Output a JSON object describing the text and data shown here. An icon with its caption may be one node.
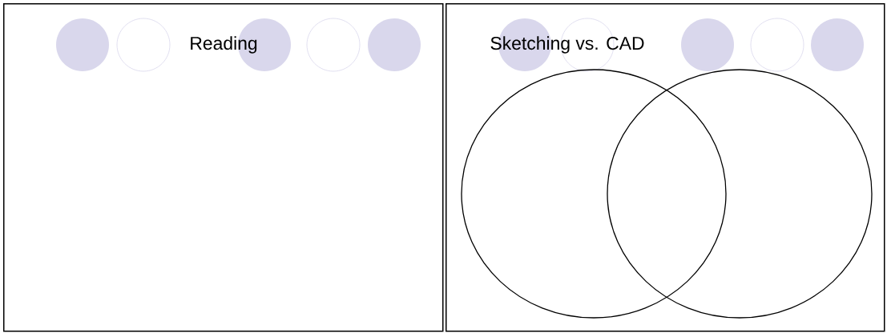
{
  "diagram": {
    "nodes": [
      {
        "text": [
          "Reading"
        ]
      },
      {
        "text": [
          "Sketching vs. CAD"
        ]
      },
      {
        "text": [],
        "shape": "circle",
        "in": 1
      },
      {
        "text": [],
        "shape": "circle",
        "in": 1
      }
    ]
  }
}
